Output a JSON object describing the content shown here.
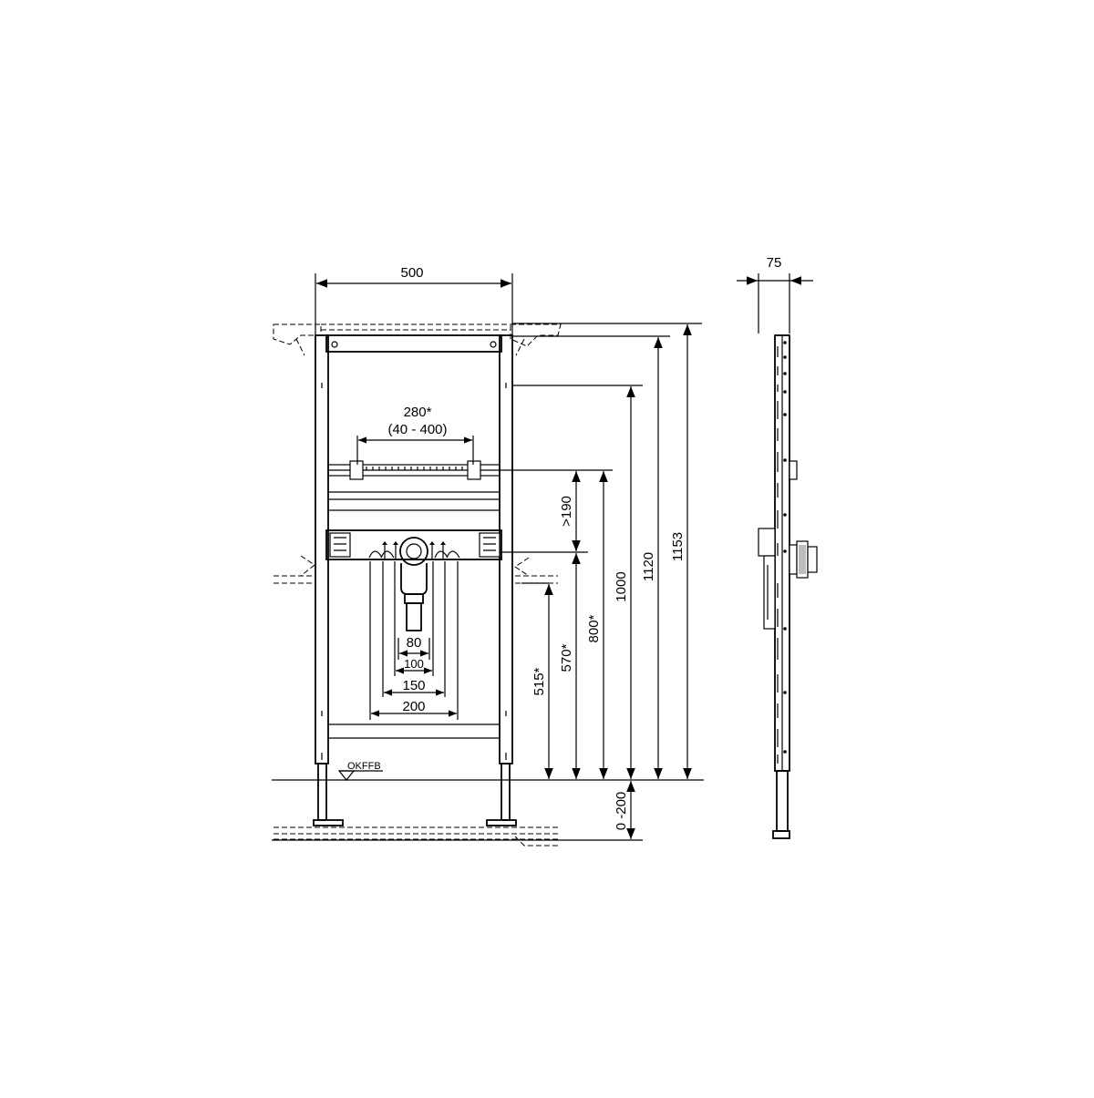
{
  "dimensions": {
    "frame_width": "500",
    "depth": "75",
    "tap_spacing": "280*",
    "tap_range": "(40 - 400)",
    "rail_gap": ">190",
    "height_1153": "1153",
    "height_1120": "1120",
    "height_1000": "1000",
    "height_800": "800*",
    "height_570": "570*",
    "height_515": "515*",
    "foot_adjust": "0 -200",
    "drain_80": "80",
    "drain_100": "100",
    "drain_150": "150",
    "drain_200": "200"
  },
  "labels": {
    "floor_level": "OKFFB"
  }
}
